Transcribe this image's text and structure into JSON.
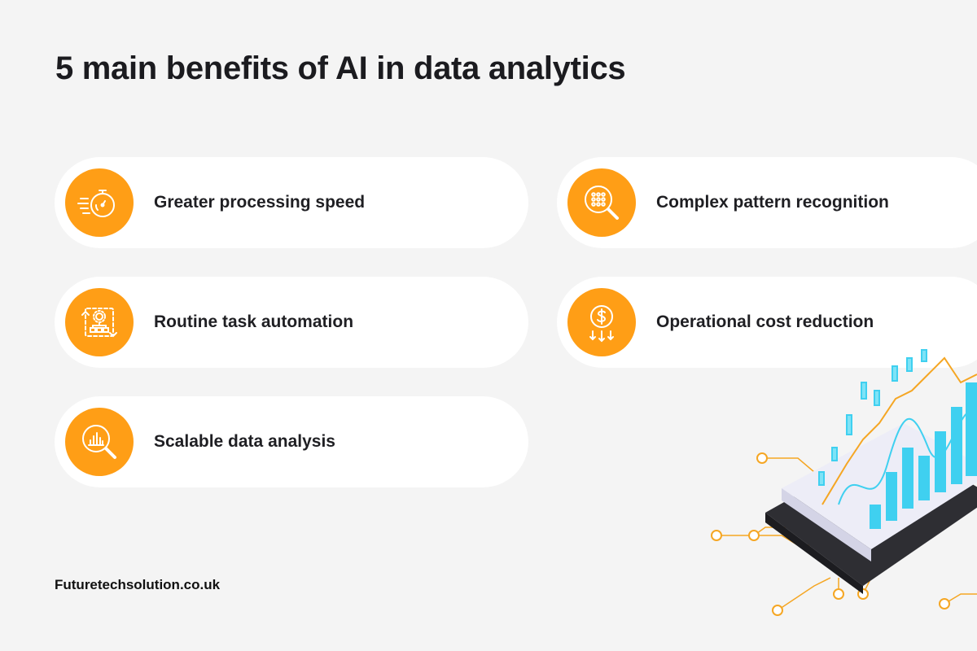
{
  "title": "5 main benefits of AI in data analytics",
  "benefits": [
    {
      "label": "Greater processing speed",
      "icon": "stopwatch-speed-icon"
    },
    {
      "label": "Complex pattern recognition",
      "icon": "magnifier-pattern-icon"
    },
    {
      "label": "Routine task automation",
      "icon": "automation-gear-icon"
    },
    {
      "label": "Operational cost reduction",
      "icon": "dollar-reduction-icon"
    },
    {
      "label": "Scalable data analysis",
      "icon": "magnifier-chart-icon"
    }
  ],
  "footer": "Futuretechsolution.co.uk",
  "colors": {
    "background": "#f4f4f4",
    "card": "#ffffff",
    "accent": "#ff9e16",
    "text": "#1f1f23",
    "illustration_cyan": "#3fd0f0",
    "illustration_orange": "#f5a623"
  }
}
